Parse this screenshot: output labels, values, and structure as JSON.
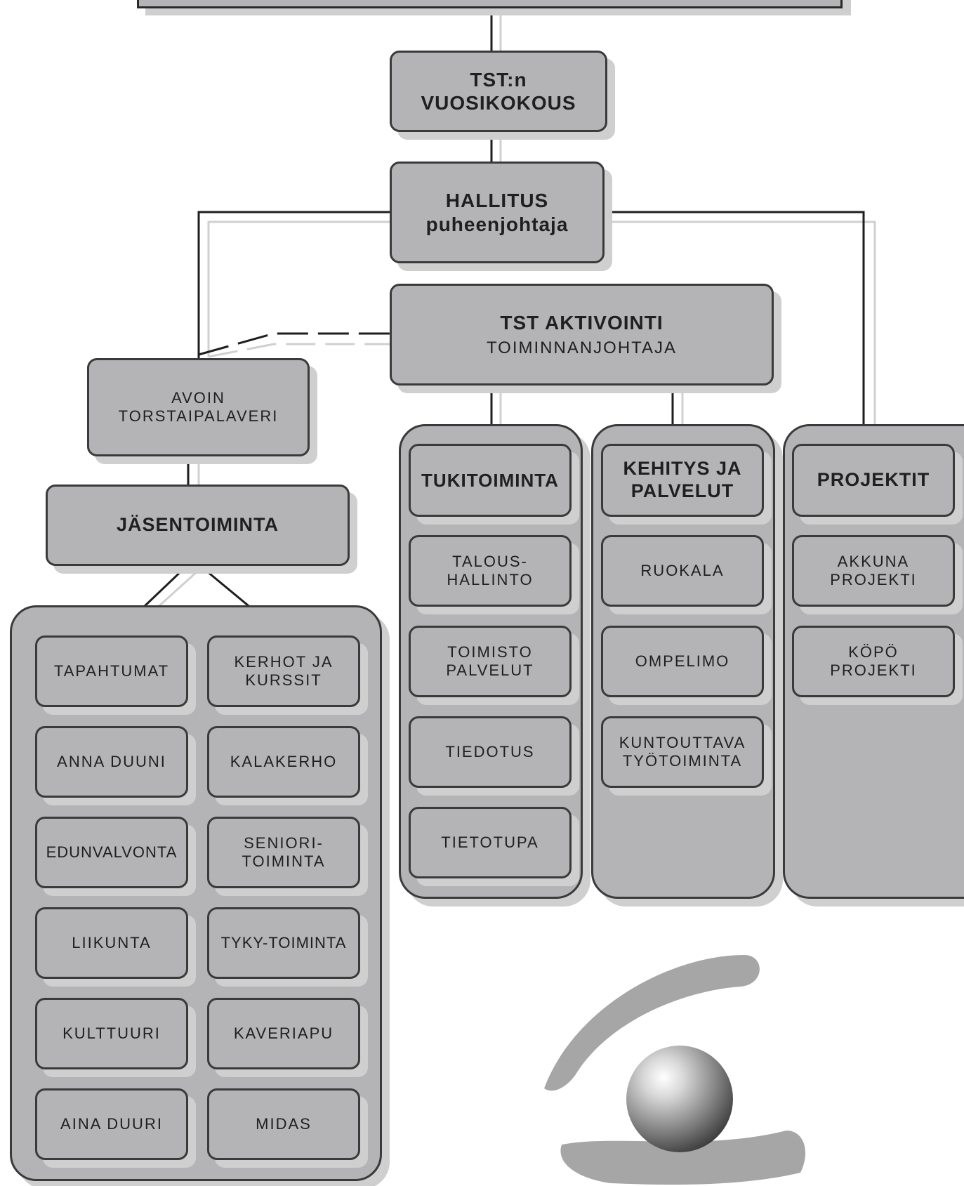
{
  "chart": {
    "vuosikokous": {
      "line1": "TST:n",
      "line2": "VUOSIKOKOUS"
    },
    "hallitus": {
      "line1": "HALLITUS",
      "line2": "puheenjohtaja"
    },
    "aktivointi": {
      "line1": "TST AKTIVOINTI",
      "line2": "TOIMINNANJOHTAJA"
    },
    "avoin": {
      "line1": "AVOIN",
      "line2": "TORSTAIPALAVERI"
    },
    "jasentoiminta": {
      "label": "JÄSENTOIMINTA"
    },
    "jasen_items": [
      {
        "line1": "TAPAHTUMAT",
        "line2": ""
      },
      {
        "line1": "KERHOT JA",
        "line2": "KURSSIT"
      },
      {
        "line1": "ANNA DUUNI",
        "line2": ""
      },
      {
        "line1": "KALAKERHO",
        "line2": ""
      },
      {
        "line1": "EDUNVALVONTA",
        "line2": ""
      },
      {
        "line1": "SENIORI-",
        "line2": "TOIMINTA"
      },
      {
        "line1": "LIIKUNTA",
        "line2": ""
      },
      {
        "line1": "TYKY-TOIMINTA",
        "line2": ""
      },
      {
        "line1": "KULTTUURI",
        "line2": ""
      },
      {
        "line1": "KAVERIAPU",
        "line2": ""
      },
      {
        "line1": "AINA DUURI",
        "line2": ""
      },
      {
        "line1": "MIDAS",
        "line2": ""
      }
    ],
    "tukitoiminta": {
      "header": {
        "line1": "TUKITOIMINTA",
        "line2": ""
      },
      "items": [
        {
          "line1": "TALOUS-",
          "line2": "HALLINTO"
        },
        {
          "line1": "TOIMISTO",
          "line2": "PALVELUT"
        },
        {
          "line1": "TIEDOTUS",
          "line2": ""
        },
        {
          "line1": "TIETOTUPA",
          "line2": ""
        }
      ]
    },
    "kehitys": {
      "header": {
        "line1": "KEHITYS JA",
        "line2": "PALVELUT"
      },
      "items": [
        {
          "line1": "RUOKALA",
          "line2": ""
        },
        {
          "line1": "OMPELIMO",
          "line2": ""
        },
        {
          "line1": "KUNTOUTTAVA",
          "line2": "TYÖTOIMINTA"
        }
      ]
    },
    "projektit": {
      "header": {
        "line1": "PROJEKTIT",
        "line2": ""
      },
      "items": [
        {
          "line1": "AKKUNA",
          "line2": "PROJEKTI"
        },
        {
          "line1": "KÖPÖ",
          "line2": "PROJEKTI"
        }
      ]
    }
  },
  "colors": {
    "box_fill": "#b4b4b6",
    "border": "#3a3a3a",
    "shadow": "#cfcfcf",
    "logo_gray": "#a6a6a6"
  },
  "icons": {
    "logo": "eye-logo-icon"
  }
}
